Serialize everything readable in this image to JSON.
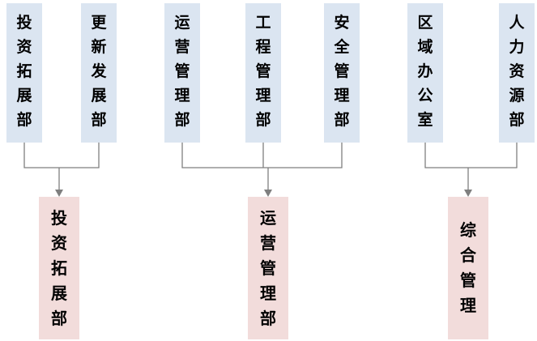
{
  "diagram": {
    "type": "org-chart",
    "top_row": [
      {
        "label": "投资拓展部"
      },
      {
        "label": "更新发展部"
      },
      {
        "label": "运营管理部"
      },
      {
        "label": "工程管理部"
      },
      {
        "label": "安全管理部"
      },
      {
        "label": "区域办公室"
      },
      {
        "label": "人力资源部"
      }
    ],
    "bottom_row": [
      {
        "label": "投资拓展部"
      },
      {
        "label": "运营管理部"
      },
      {
        "label": "综合管理"
      }
    ],
    "connections": [
      {
        "from": [
          "投资拓展部",
          "更新发展部"
        ],
        "to": "投资拓展部"
      },
      {
        "from": [
          "运营管理部",
          "工程管理部",
          "安全管理部"
        ],
        "to": "运营管理部"
      },
      {
        "from": [
          "区域办公室",
          "人力资源部"
        ],
        "to": "综合管理"
      }
    ],
    "colors": {
      "top_box_fill": "#dbe5f1",
      "bottom_box_fill": "#f2dcdb",
      "connector": "#7f7f7f",
      "text": "#000000",
      "background": "#ffffff"
    }
  }
}
